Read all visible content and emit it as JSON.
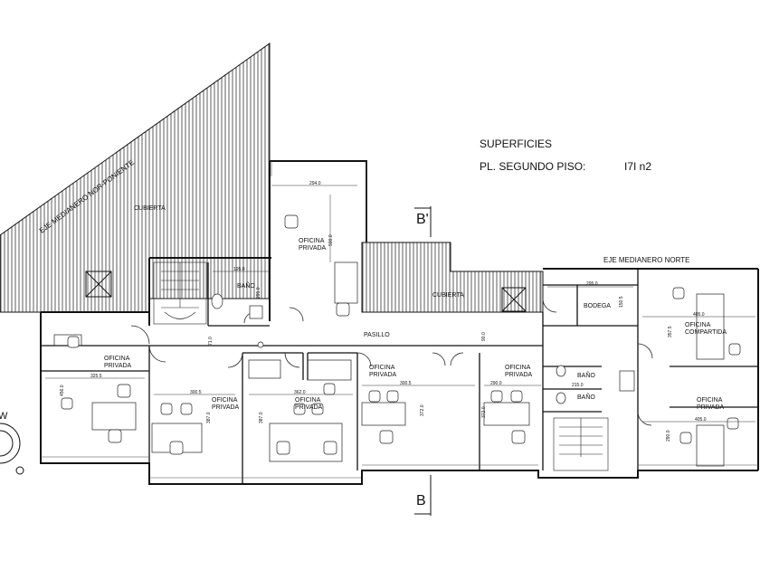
{
  "summary": {
    "heading": "SUPERFICIES",
    "floor_label": "PL. SEGUNDO PISO:",
    "floor_area": "I7I n2"
  },
  "axes": {
    "north_west": "EJE MEDIANERO NOR-PONIENTE",
    "north": "EJE MEDIANERO NORTE"
  },
  "section_marks": {
    "top": "B'",
    "bottom": "B"
  },
  "orientation_letter": "W",
  "rooms": {
    "roof_left": "CUBIERTA",
    "roof_center": "CUBIERTA",
    "corridor": "PASILLO",
    "bathroom_top": "BAÑO",
    "bathroom_right_1": "BAÑO",
    "bathroom_right_2": "BAÑO",
    "storage": "BODEGA",
    "office_line1": "OFICINA",
    "private": "PRIVADA",
    "shared": "COMPARTIDA"
  },
  "dimensions": {
    "d_294": "294.0",
    "d_500": "500.0",
    "d_195": "195.0",
    "d_295a": "295.0",
    "d_295b": "295.0",
    "d_1505": "150.5",
    "d_4050a": "405.0",
    "d_3575": "357.5",
    "d_710": "71.0",
    "d_900": "90.0",
    "d_3255": "325.5",
    "d_4560": "456.0",
    "d_3005a": "300.5",
    "d_3870a": "387.0",
    "d_3620": "362.0",
    "d_3870b": "387.0",
    "d_3005b": "300.5",
    "d_3720a": "372.0",
    "d_2900a": "290.0",
    "d_3720b": "372.0",
    "d_2150": "215.0",
    "d_2900b": "290.0",
    "d_4050b": "405.0"
  }
}
